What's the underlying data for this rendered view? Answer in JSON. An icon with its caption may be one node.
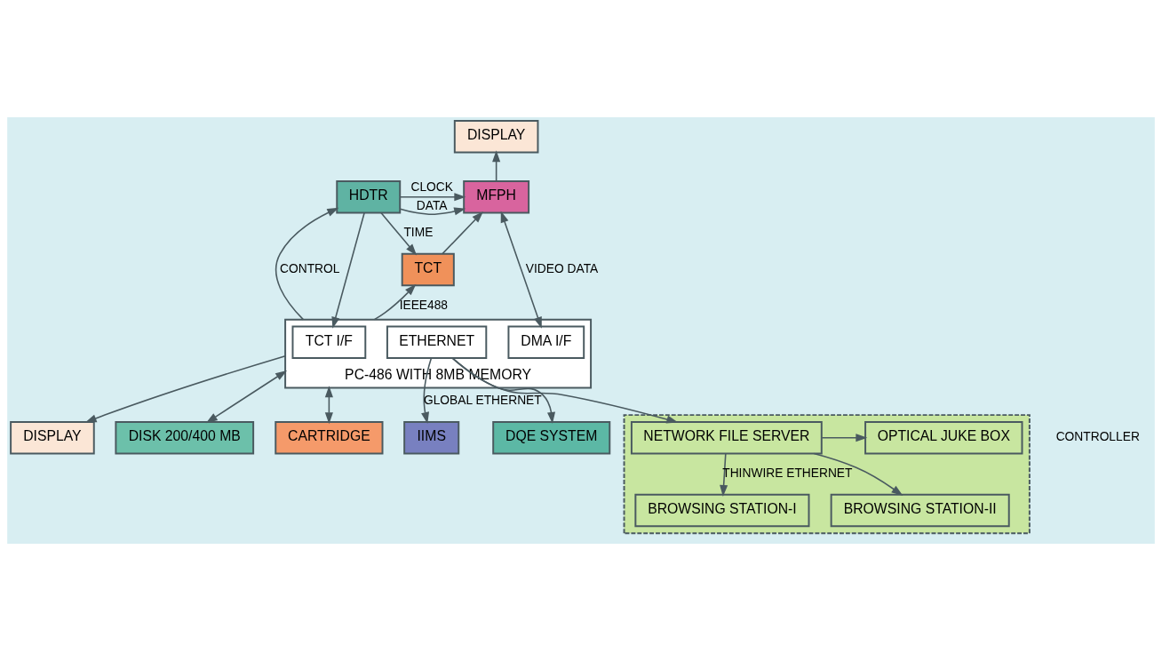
{
  "diagram": {
    "nodes": [
      {
        "text": [
          "DISPLAY"
        ]
      },
      {
        "text": [
          "HDTR"
        ]
      },
      {
        "text": [
          "MFPH"
        ]
      },
      {
        "text": [
          "TCT"
        ]
      },
      {
        "text": [
          "PC-486 WITH 8MB MEMORY"
        ]
      },
      {
        "text": [
          "TCT I/F"
        ],
        "in": 4
      },
      {
        "text": [
          "DMA I/F"
        ],
        "in": 4
      },
      {
        "text": [
          "ETHERNET"
        ],
        "in": 4
      },
      {
        "text": [
          "DISPLAY"
        ]
      },
      {
        "text": [
          "DISK 200/400 MB"
        ]
      },
      {
        "text": [
          "CARTRIDGE"
        ]
      },
      {
        "text": [
          "IIMS"
        ]
      },
      {
        "text": [
          "DQE SYSTEM"
        ]
      },
      {
        "text": [],
        "shape": "box"
      },
      {
        "text": [
          "NETWORK FILE SERVER"
        ],
        "in": 13
      },
      {
        "text": [
          "OPTICAL JUKE BOX"
        ],
        "in": 13
      },
      {
        "text": [
          "BROWSING STATION-I"
        ],
        "in": 13
      },
      {
        "text": [
          "BROWSING STATION-II"
        ],
        "in": 13
      }
    ],
    "labels": [
      "CONTROLLER"
    ],
    "edges": [
      {
        "from": 2,
        "to": 0,
        "arrow": "to"
      },
      {
        "from": 1,
        "to": 2,
        "arrow": "to",
        "label": "DATA"
      },
      {
        "from": 1,
        "to": 2,
        "arrow": "to",
        "label": "CLOCK"
      },
      {
        "from": 1,
        "to": 3,
        "arrow": "to",
        "label": "TIME"
      },
      {
        "from": 1,
        "to": 5,
        "arrow": "to"
      },
      {
        "from": 3,
        "to": 2,
        "arrow": "to"
      },
      {
        "from": 6,
        "to": 2,
        "arrow": "both",
        "label": "VIDEO DATA"
      },
      {
        "from": 4,
        "to": 1,
        "arrow": "to",
        "label": "CONTROL"
      },
      {
        "from": 4,
        "to": 3,
        "arrow": "to",
        "label": "IEEE488"
      },
      {
        "from": 4,
        "to": 8,
        "arrow": "to"
      },
      {
        "from": 4,
        "to": 9,
        "arrow": "both"
      },
      {
        "from": 4,
        "to": 10,
        "arrow": "both"
      },
      {
        "from": 7,
        "to": 11,
        "arrow": "to",
        "label": "GLOBAL ETHERNET"
      },
      {
        "from": 7,
        "to": 12,
        "arrow": "to"
      },
      {
        "from": 7,
        "to": 14,
        "arrow": "to"
      },
      {
        "from": 14,
        "to": 15,
        "arrow": "to"
      },
      {
        "from": 14,
        "to": 16,
        "arrow": "to",
        "label": "THINWIRE ETHERNET"
      },
      {
        "from": 14,
        "to": 17,
        "arrow": "to"
      }
    ]
  }
}
